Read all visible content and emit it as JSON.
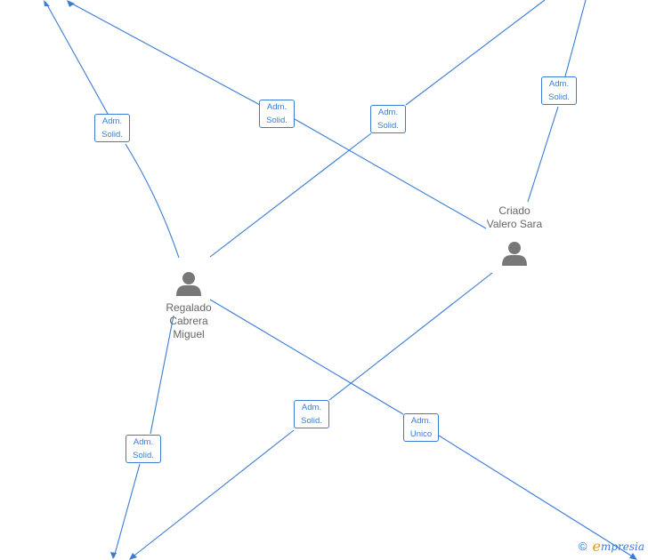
{
  "persons": [
    {
      "id": "regalado",
      "lines": [
        "Regalado",
        "Cabrera",
        "Miguel"
      ]
    },
    {
      "id": "criado",
      "lines": [
        "Criado",
        "Valero Sara"
      ]
    }
  ],
  "roles": [
    {
      "id": "r1",
      "lines": [
        "Adm.",
        "Solid."
      ]
    },
    {
      "id": "r2",
      "lines": [
        "Adm.",
        "Solid."
      ]
    },
    {
      "id": "r3",
      "lines": [
        "Adm.",
        "Solid."
      ]
    },
    {
      "id": "r4",
      "lines": [
        "Adm.",
        "Solid."
      ]
    },
    {
      "id": "r5",
      "lines": [
        "Adm.",
        "Solid."
      ]
    },
    {
      "id": "r6",
      "lines": [
        "Adm.",
        "Solid."
      ]
    },
    {
      "id": "r7",
      "lines": [
        "Adm.",
        "Unico"
      ]
    }
  ],
  "colors": {
    "edge": "#3a7bd5",
    "person_icon": "#777777",
    "brand_e": "#f29400"
  },
  "watermark": {
    "symbol": "©",
    "e": "e",
    "rest": "mpresia"
  }
}
